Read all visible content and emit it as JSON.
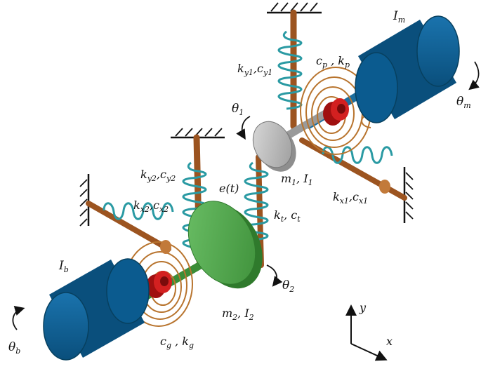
{
  "labels": {
    "I_m": {
      "main": "I",
      "sub": "m"
    },
    "I_b": {
      "main": "I",
      "sub": "b"
    },
    "theta_m": {
      "main": "θ",
      "sub": "m"
    },
    "theta_b": {
      "main": "θ",
      "sub": "b"
    },
    "theta_1": {
      "main": "θ",
      "sub": "1"
    },
    "theta_2": {
      "main": "θ",
      "sub": "2"
    },
    "k_y1_c_y1": {
      "a": "k",
      "asub": "y1",
      "sep": ",",
      "b": "c",
      "bsub": "y1"
    },
    "k_y2_c_y2": {
      "a": "k",
      "asub": "y2",
      "sep": ",",
      "b": "c",
      "bsub": "y2"
    },
    "k_x1_c_x1": {
      "a": "k",
      "asub": "x1",
      "sep": ",",
      "b": "c",
      "bsub": "x1"
    },
    "k_x2_c_x2": {
      "a": "k",
      "asub": "x2",
      "sep": ",",
      "b": "c",
      "bsub": "x2"
    },
    "c_p_k_p": {
      "a": "c",
      "asub": "p",
      "sep": " , ",
      "b": "k",
      "bsub": "p"
    },
    "c_g_k_g": {
      "a": "c",
      "asub": "g",
      "sep": " , ",
      "b": "k",
      "bsub": "g"
    },
    "k_t_c_t": {
      "a": "k",
      "asub": "t",
      "sep": ", ",
      "b": "c",
      "bsub": "t"
    },
    "m1_I1": {
      "a": "m",
      "asub": "1",
      "sep": ", ",
      "b": "I",
      "bsub": "1"
    },
    "m2_I2": {
      "a": "m",
      "asub": "2",
      "sep": ", ",
      "b": "I",
      "bsub": "2"
    },
    "e_t": "e(t)",
    "axis_y": "y",
    "axis_x": "x"
  },
  "colors": {
    "inertia_blue": "#0b5b8f",
    "inertia_blue_dark": "#07405f",
    "gear_green": "#4fa64a",
    "gear_green_dark": "#2f7a2c",
    "pinion_gray": "#b9b9b9",
    "rod_copper": "#a0561f",
    "spring_teal": "#2a9aa3",
    "bearing_red": "#c21818",
    "coil_copper": "#b8742e"
  }
}
